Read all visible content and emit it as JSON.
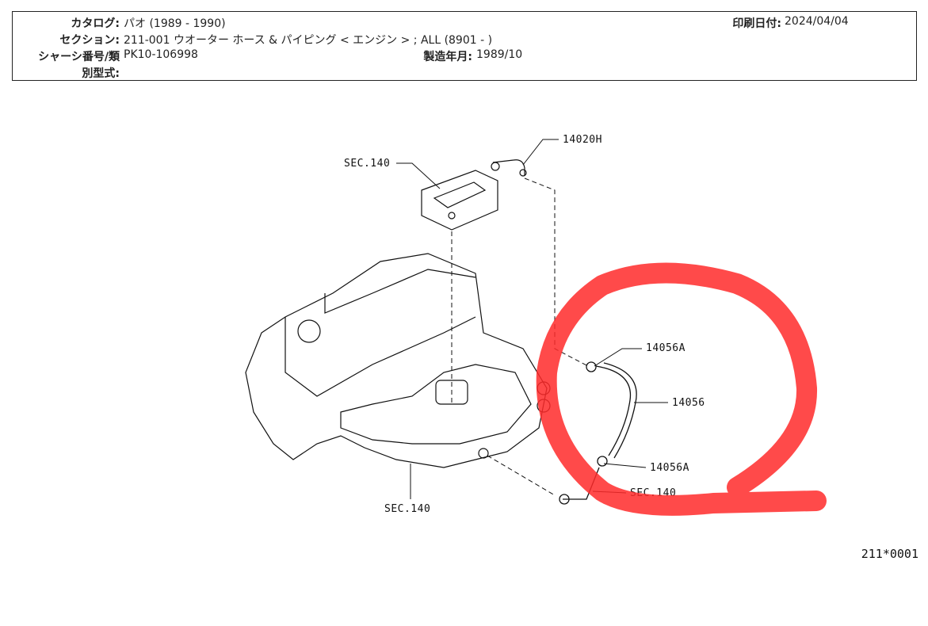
{
  "header": {
    "catalog_label": "カタログ:",
    "catalog_value": "パオ (1989 - 1990)",
    "section_label": "セクション:",
    "section_value": "211-001 ウオーター ホース & パイピング < エンジン > ; ALL (8901 - )",
    "chassis_label": "シャーシ番号/類",
    "chassis_value": "PK10-106998",
    "alt_model_label": "別型式:",
    "print_date_label": "印刷日付:",
    "print_date_value": "2024/04/04",
    "mfg_date_label": "製造年月:",
    "mfg_date_value": "1989/10"
  },
  "diagram": {
    "callouts": {
      "p14020H": "14020H",
      "sec140_top": "SEC.140",
      "p14056A_top": "14056A",
      "p14056": "14056",
      "p14056A_bottom": "14056A",
      "sec140_right": "SEC.140",
      "sec140_bottom": "SEC.140"
    },
    "figure_code": "211*0001",
    "highlight_color": "#ff2a2a"
  }
}
